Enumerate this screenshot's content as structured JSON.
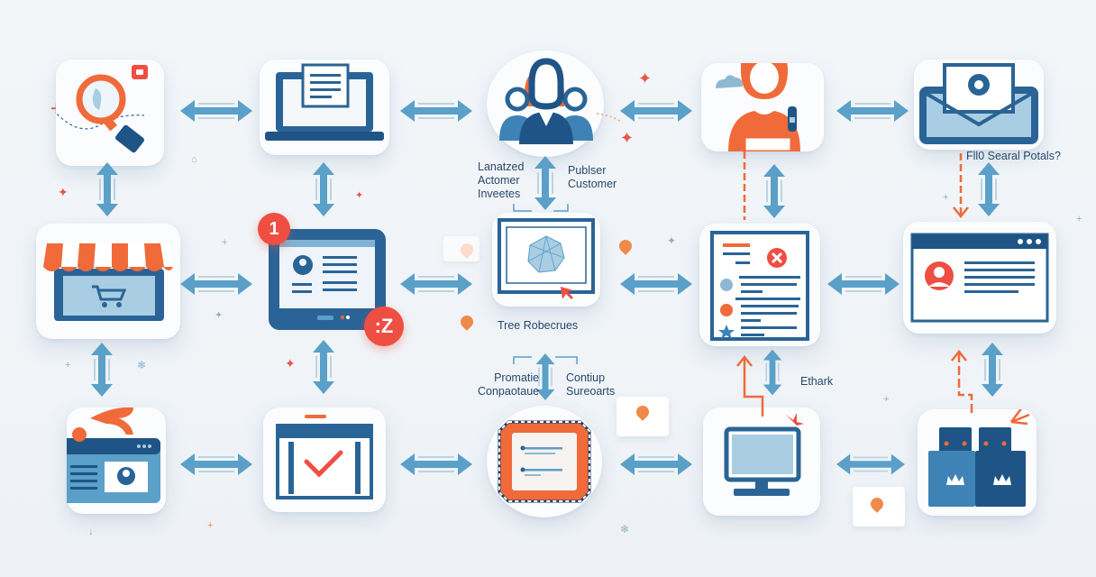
{
  "diagram": {
    "type": "process-flow-infographic",
    "colors": {
      "primary_blue": "#2a6496",
      "light_blue": "#5aa0c8",
      "accent_orange": "#f06a3a",
      "accent_red": "#ef4e43",
      "background": "#f1f5f8"
    },
    "nodes": [
      {
        "id": "search",
        "row": 1,
        "col": 1,
        "icon": "magnifier-search-icon"
      },
      {
        "id": "laptop",
        "row": 1,
        "col": 2,
        "icon": "laptop-document-icon"
      },
      {
        "id": "team",
        "row": 1,
        "col": 3,
        "icon": "user-group-icon"
      },
      {
        "id": "agent",
        "row": 1,
        "col": 4,
        "icon": "person-badge-icon"
      },
      {
        "id": "email",
        "row": 1,
        "col": 5,
        "icon": "envelope-icon"
      },
      {
        "id": "store",
        "row": 2,
        "col": 1,
        "icon": "storefront-cart-icon"
      },
      {
        "id": "tablet",
        "row": 2,
        "col": 2,
        "icon": "tablet-profile-icon"
      },
      {
        "id": "monitor-network",
        "row": 2,
        "col": 3,
        "icon": "monitor-network-icon"
      },
      {
        "id": "report",
        "row": 2,
        "col": 4,
        "icon": "document-report-icon"
      },
      {
        "id": "browser-profile",
        "row": 2,
        "col": 5,
        "icon": "browser-profile-icon"
      },
      {
        "id": "id-card",
        "row": 3,
        "col": 1,
        "icon": "id-card-icon"
      },
      {
        "id": "checklist",
        "row": 3,
        "col": 2,
        "icon": "checkmark-window-icon"
      },
      {
        "id": "chip",
        "row": 3,
        "col": 3,
        "icon": "chip-note-icon"
      },
      {
        "id": "desktop",
        "row": 3,
        "col": 4,
        "icon": "desktop-computer-icon"
      },
      {
        "id": "servers",
        "row": 3,
        "col": 5,
        "icon": "server-boxes-icon"
      }
    ],
    "badges": {
      "tablet_top": "1",
      "tablet_bottom": ":Z"
    },
    "labels": {
      "team_left": [
        "Lanatzed",
        "Actomer",
        "Inveetes"
      ],
      "team_right": [
        "Publser",
        "Customer"
      ],
      "email_caption": "Fll0 Searal Potals?",
      "monitor_caption": "Tree Robecrues",
      "chip_left": [
        "Promatie",
        "Conpaotaue"
      ],
      "chip_right": [
        "Contiup",
        "Sureoarts"
      ],
      "report_caption": "Ethark"
    }
  }
}
